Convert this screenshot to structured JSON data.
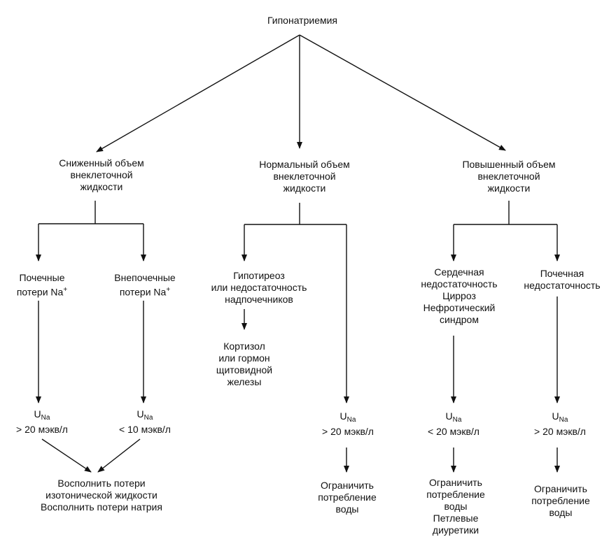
{
  "root": "Гипонатриемия",
  "branches": {
    "low": {
      "title": [
        "Сниженный объем",
        "внеклеточной",
        "жидкости"
      ],
      "renal": {
        "cause": [
          "Почечные",
          "потери Na"
        ],
        "cause_sup": "+",
        "una": "U",
        "una_sub": "Na",
        "una_value": "> 20 мэкв/л"
      },
      "extrarenal": {
        "cause": [
          "Внепочечные",
          "потери Na"
        ],
        "cause_sup": "+",
        "una": "U",
        "una_sub": "Na",
        "una_value": "< 10 мэкв/л"
      },
      "treatment": [
        "Восполнить потери",
        "изотонической жидкости",
        "Восполнить потери натрия"
      ]
    },
    "normal": {
      "title": [
        "Нормальный объем",
        "внеклеточной",
        "жидкости"
      ],
      "cause": [
        "Гипотиреоз",
        "или недостаточность",
        "надпочечников"
      ],
      "cause_treatment": [
        "Кортизол",
        "или гормон",
        "щитовидной",
        "железы"
      ],
      "una": "U",
      "una_sub": "Na",
      "una_value": "> 20 мэкв/л",
      "treatment": [
        "Ограничить",
        "потребление",
        "воды"
      ]
    },
    "high": {
      "title": [
        "Повышенный объем",
        "внеклеточной",
        "жидкости"
      ],
      "cardiac": {
        "cause": [
          "Сердечная",
          "недостаточность",
          "Цирроз",
          "Нефротический",
          "синдром"
        ],
        "una": "U",
        "una_sub": "Na",
        "una_value": "< 20 мэкв/л",
        "treatment": [
          "Ограничить",
          "потребление",
          "воды",
          "Петлевые",
          "диуретики"
        ]
      },
      "renal": {
        "cause": [
          "Почечная",
          "недостаточность"
        ],
        "una": "U",
        "una_sub": "Na",
        "una_value": "> 20 мэкв/л",
        "treatment": [
          "Ограничить",
          "потребление",
          "воды"
        ]
      }
    }
  }
}
